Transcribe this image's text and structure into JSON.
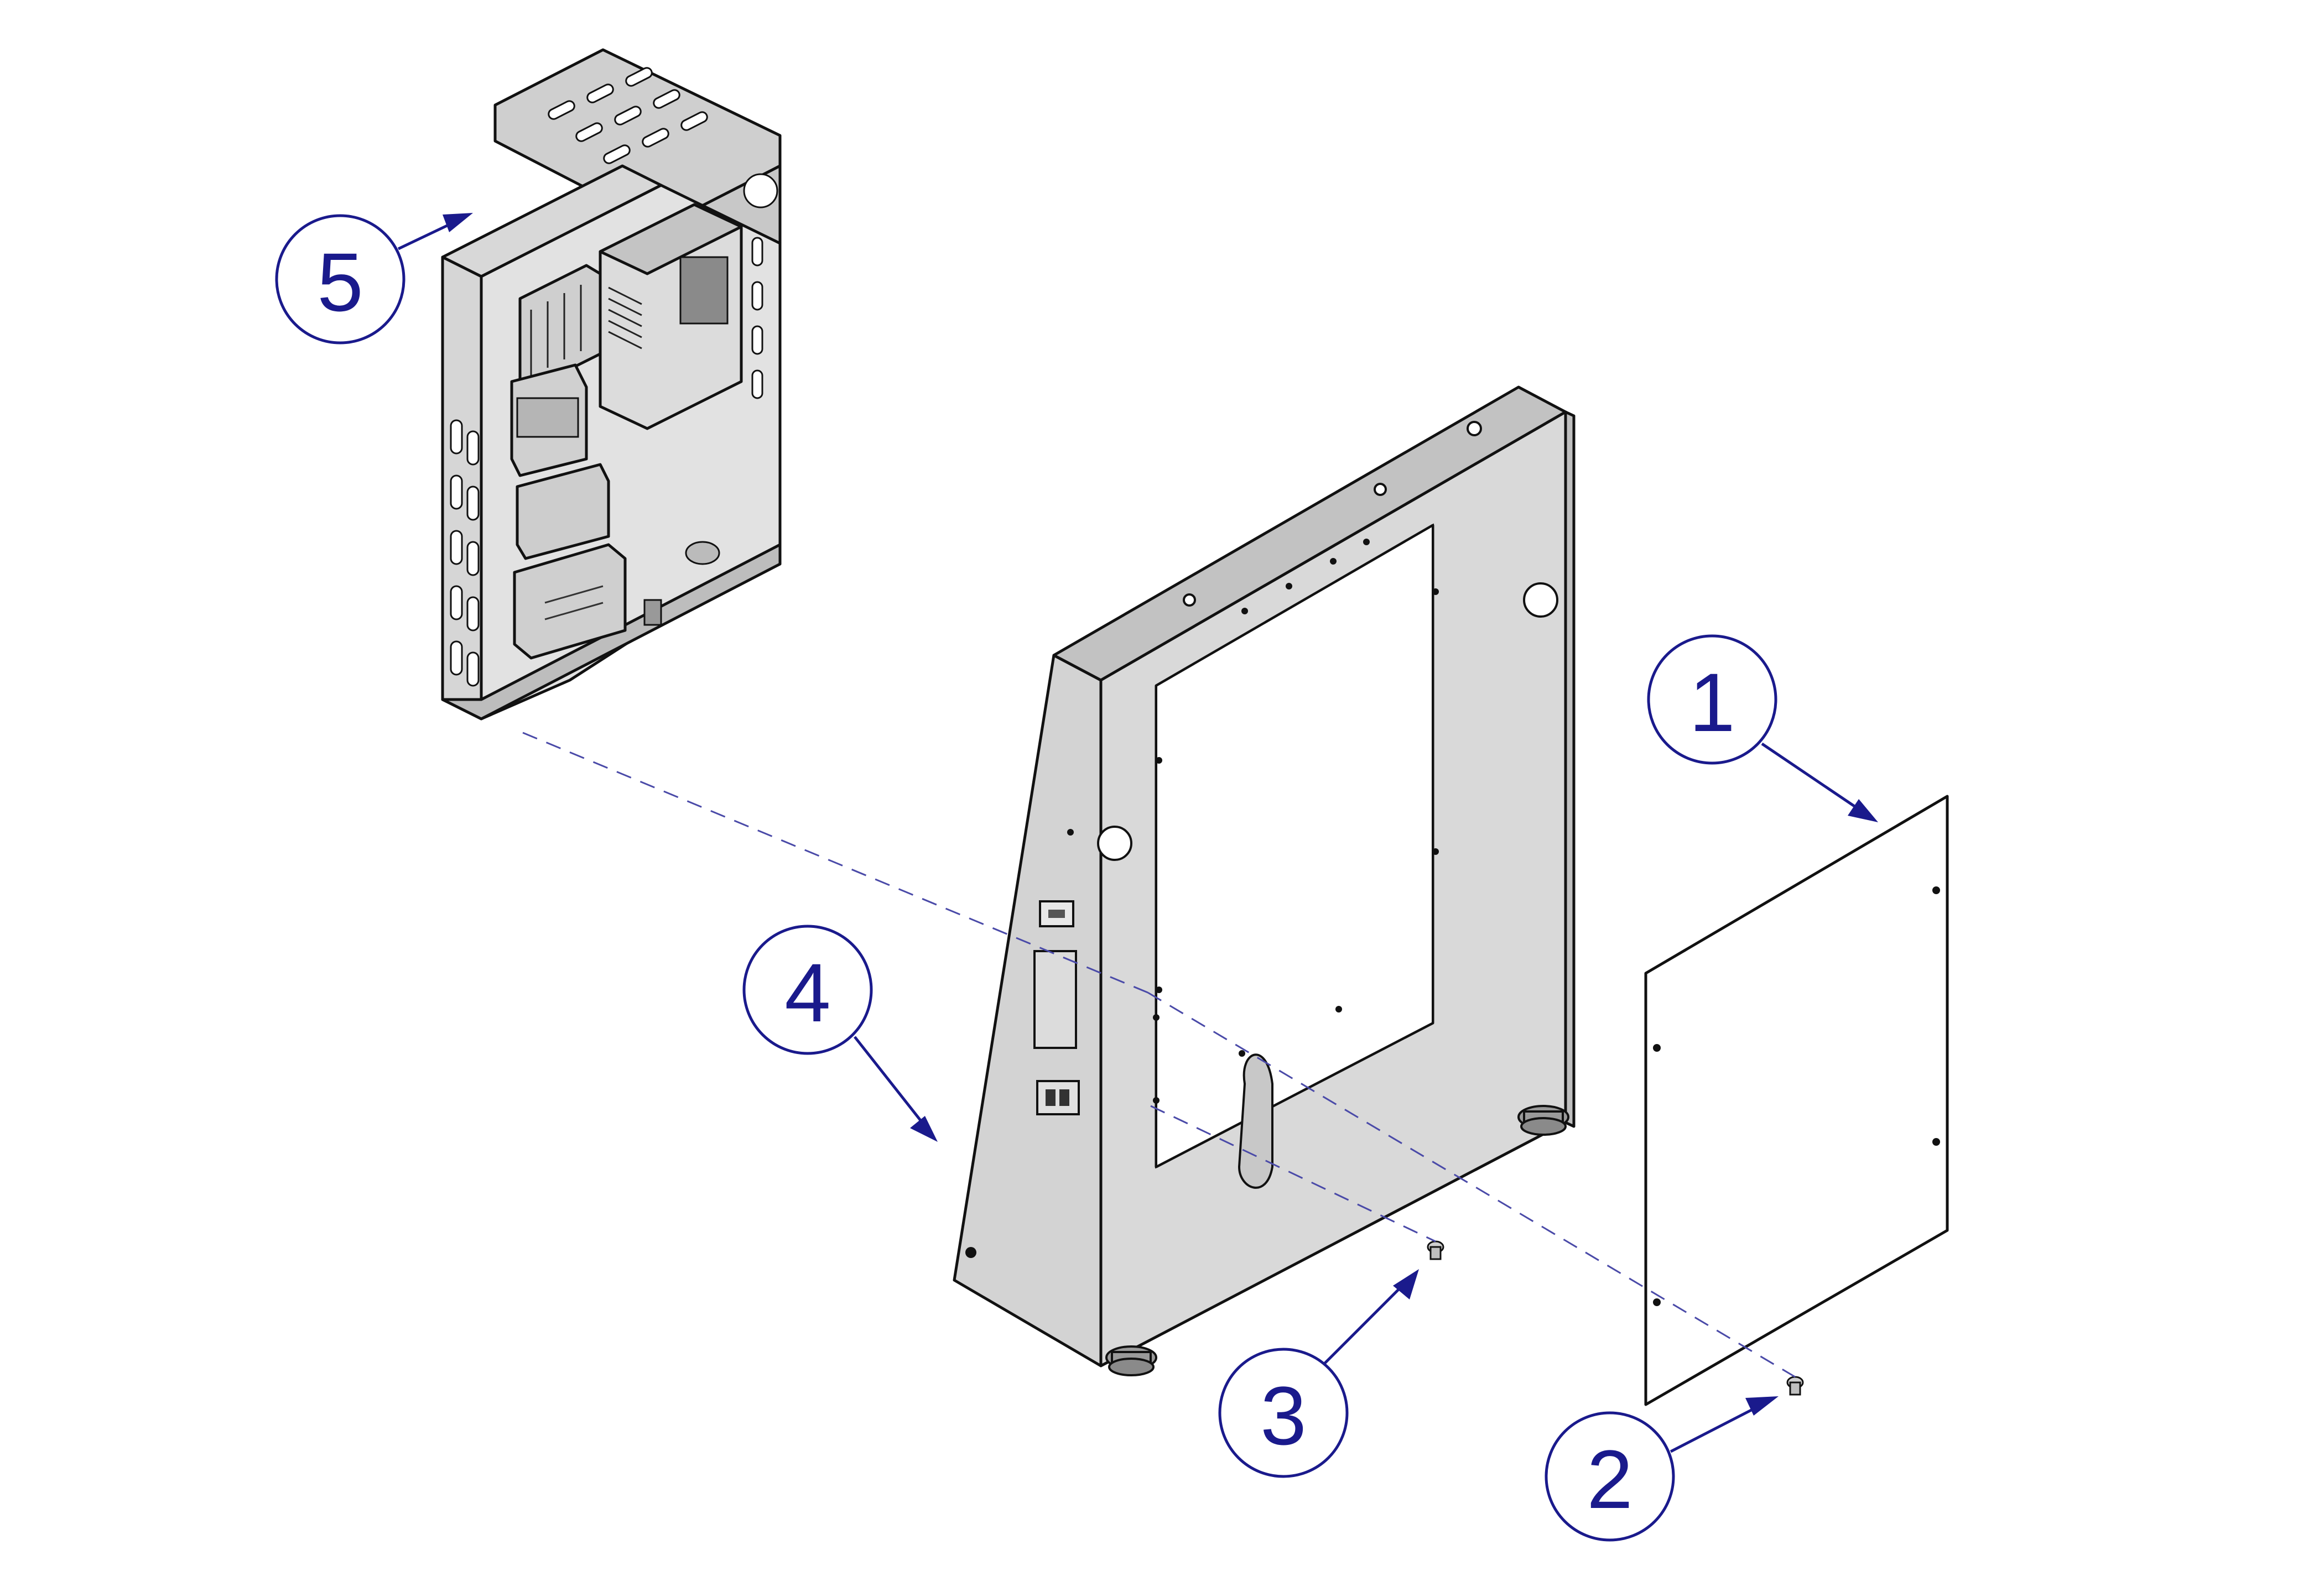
{
  "callouts": [
    {
      "id": "1",
      "label": "1"
    },
    {
      "id": "2",
      "label": "2"
    },
    {
      "id": "3",
      "label": "3"
    },
    {
      "id": "4",
      "label": "4"
    },
    {
      "id": "5",
      "label": "5"
    }
  ],
  "colors": {
    "callout": "#1a1a8c",
    "part_fill": "#d4d4d4",
    "part_shade": "#b8b8b8",
    "outline": "#111111",
    "assembly_line": "#4a4aa8"
  }
}
